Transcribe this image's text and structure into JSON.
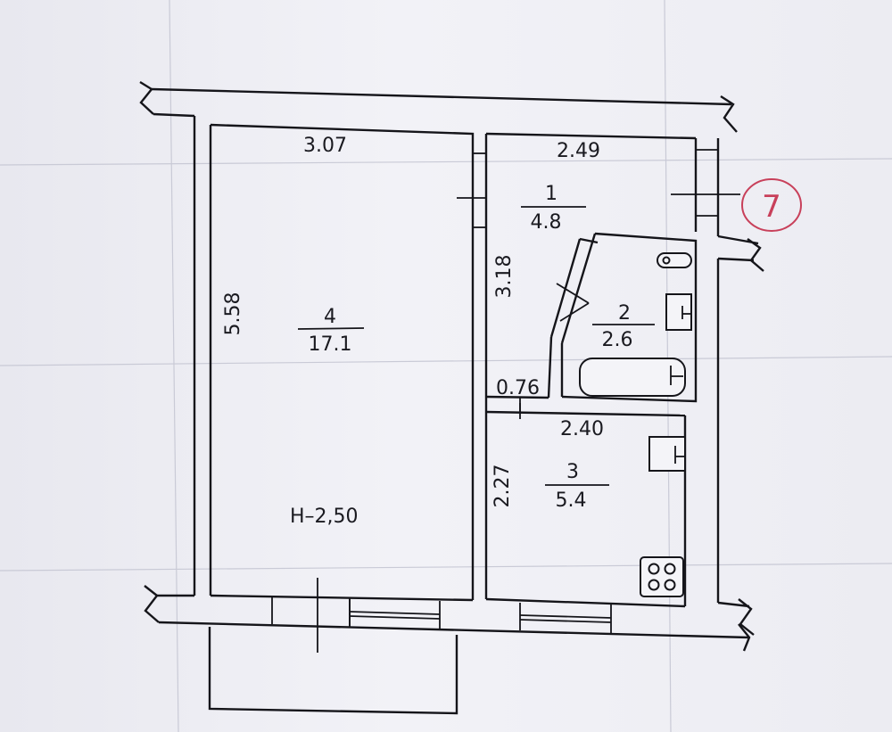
{
  "plan": {
    "height_label": "H–2,50",
    "apartment_number": "7",
    "rooms": [
      {
        "number": "1",
        "area": "4.8"
      },
      {
        "number": "2",
        "area": "2.6"
      },
      {
        "number": "3",
        "area": "5.4"
      },
      {
        "number": "4",
        "area": "17.1"
      }
    ],
    "dimensions": {
      "room4_width": "3.07",
      "room4_length": "5.58",
      "room1_width": "2.49",
      "room1_length": "3.18",
      "passage_width": "0.76",
      "room3_width": "2.40",
      "room3_length": "2.27"
    },
    "colors": {
      "line": "#15151a",
      "stamp": "#c8405a",
      "paper": "#eeeef4"
    }
  }
}
